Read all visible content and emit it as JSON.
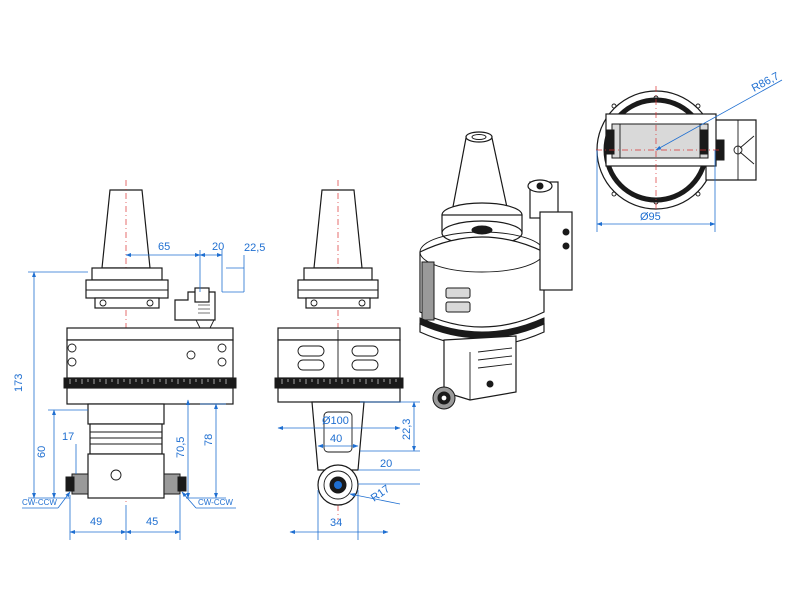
{
  "dimensions": {
    "d65": "65",
    "d20_top": "20",
    "d22_5": "22,5",
    "d173": "173",
    "d60": "60",
    "d17": "17",
    "d70_5": "70,5",
    "d78": "78",
    "d49": "49",
    "d45": "45",
    "cw_ccw_left": "CW-CCW",
    "cw_ccw_right": "CW-CCW",
    "d100": "Ø100",
    "d40": "40",
    "d22_3": "22,3",
    "d20_right": "20",
    "r17": "R17",
    "d34": "34",
    "r86_7": "R86,7",
    "d95": "Ø95"
  }
}
